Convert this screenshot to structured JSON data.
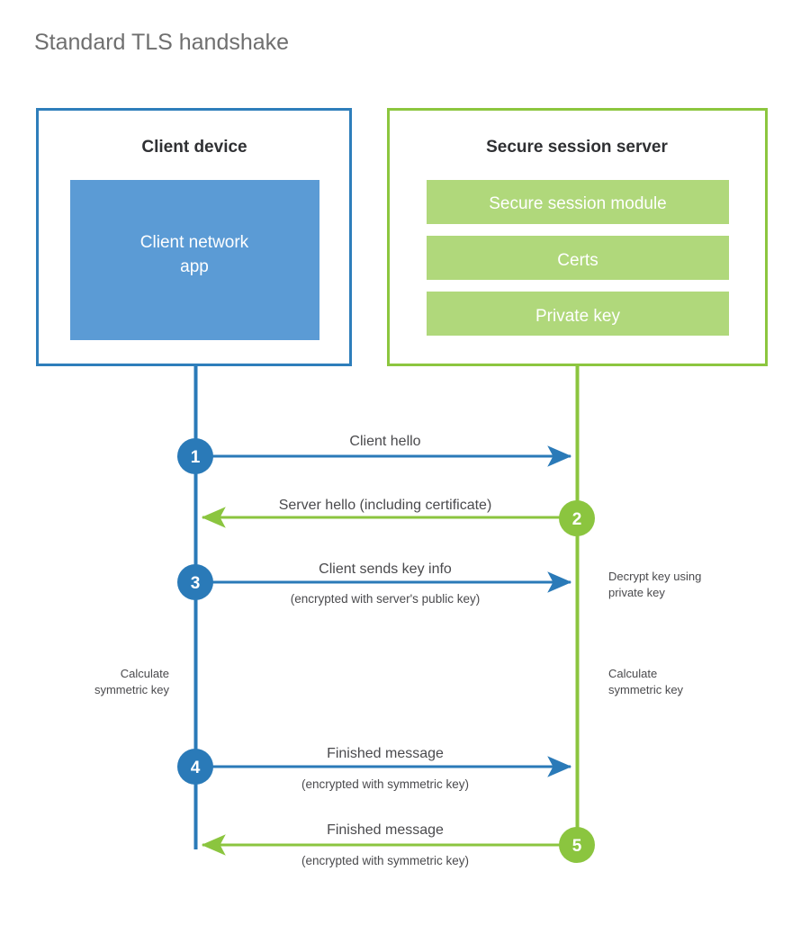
{
  "page": {
    "title": "Standard TLS handshake",
    "background": "#ffffff"
  },
  "colors": {
    "client_border": "#2e7ebb",
    "client_fill": "#5b9bd5",
    "client_line": "#2a7ab8",
    "server_border": "#8cc63f",
    "server_fill": "#b0d87b",
    "server_line": "#8bc53f",
    "title_text": "#6f6f6f",
    "heading_text": "#2f3033",
    "body_text": "#4a4a4d"
  },
  "client_panel": {
    "heading": "Client device",
    "items": [
      {
        "label": "Client network app"
      }
    ]
  },
  "server_panel": {
    "heading": "Secure session server",
    "items": [
      {
        "label": "Secure session module"
      },
      {
        "label": "Certs"
      },
      {
        "label": "Private key"
      }
    ]
  },
  "steps": [
    {
      "number": "1",
      "label": "Client hello",
      "sublabel": "",
      "direction": "client-to-server",
      "color": "#2a7ab8"
    },
    {
      "number": "2",
      "label": "Server hello (including certificate)",
      "sublabel": "",
      "direction": "server-to-client",
      "color": "#8bc53f"
    },
    {
      "number": "3",
      "label": "Client sends key info",
      "sublabel": "(encrypted with server's public key)",
      "direction": "client-to-server",
      "color": "#2a7ab8"
    },
    {
      "number": "4",
      "label": "Finished message",
      "sublabel": "(encrypted with symmetric key)",
      "direction": "client-to-server",
      "color": "#2a7ab8"
    },
    {
      "number": "5",
      "label": "Finished message",
      "sublabel": "(encrypted with symmetric key)",
      "direction": "server-to-client",
      "color": "#8bc53f"
    }
  ],
  "notes": {
    "server_decrypt": {
      "line1": "Decrypt key using",
      "line2": "private key"
    },
    "client_calculate": {
      "line1": "Calculate",
      "line2": "symmetric key"
    },
    "server_calculate": {
      "line1": "Calculate",
      "line2": "symmetric key"
    }
  }
}
